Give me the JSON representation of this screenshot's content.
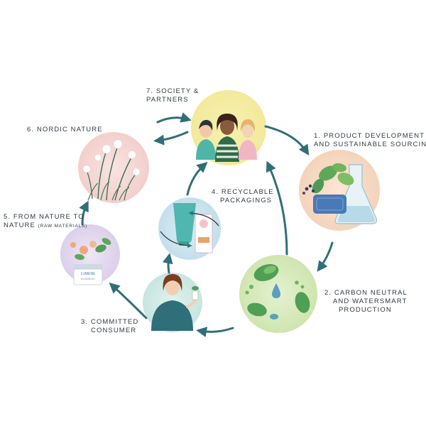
{
  "stages": [
    {
      "number": "1.",
      "lines": [
        "PRODUCT DEVELOPMENT",
        "AND SUSTAINABLE SOURCING"
      ]
    },
    {
      "number": "2.",
      "lines": [
        "CARBON NEUTRAL",
        "AND WATERSMART",
        "PRODUCTION"
      ]
    },
    {
      "number": "3.",
      "lines": [
        "COMMITTED",
        "CONSUMER"
      ]
    },
    {
      "number": "4.",
      "lines": [
        "RECYCLABLE",
        "PACKAGINGS"
      ]
    },
    {
      "number": "5.",
      "lines": [
        "FROM NATURE TO",
        "NATURE"
      ],
      "note": "(RAW MATERIALS)"
    },
    {
      "number": "6.",
      "lines": [
        "NORDIC NATURE"
      ]
    },
    {
      "number": "7.",
      "lines": [
        "SOCIETY &",
        "PARTNERS"
      ]
    }
  ],
  "product_labels": {
    "jar_brand": "LUMENE",
    "jar_sub": "KLASSIKKO"
  },
  "colors": {
    "arrow": "#2f6f78",
    "society_bg": "#f4eda0",
    "product_bg": "#f7ddc7",
    "production_bg": "#d9ebbf",
    "consumer_bg": "#d3ebe6",
    "packaging_bg": "#cfe6f0",
    "raw_bg": "#e6dcf0",
    "nordic_bg": "#f6d8d6"
  }
}
